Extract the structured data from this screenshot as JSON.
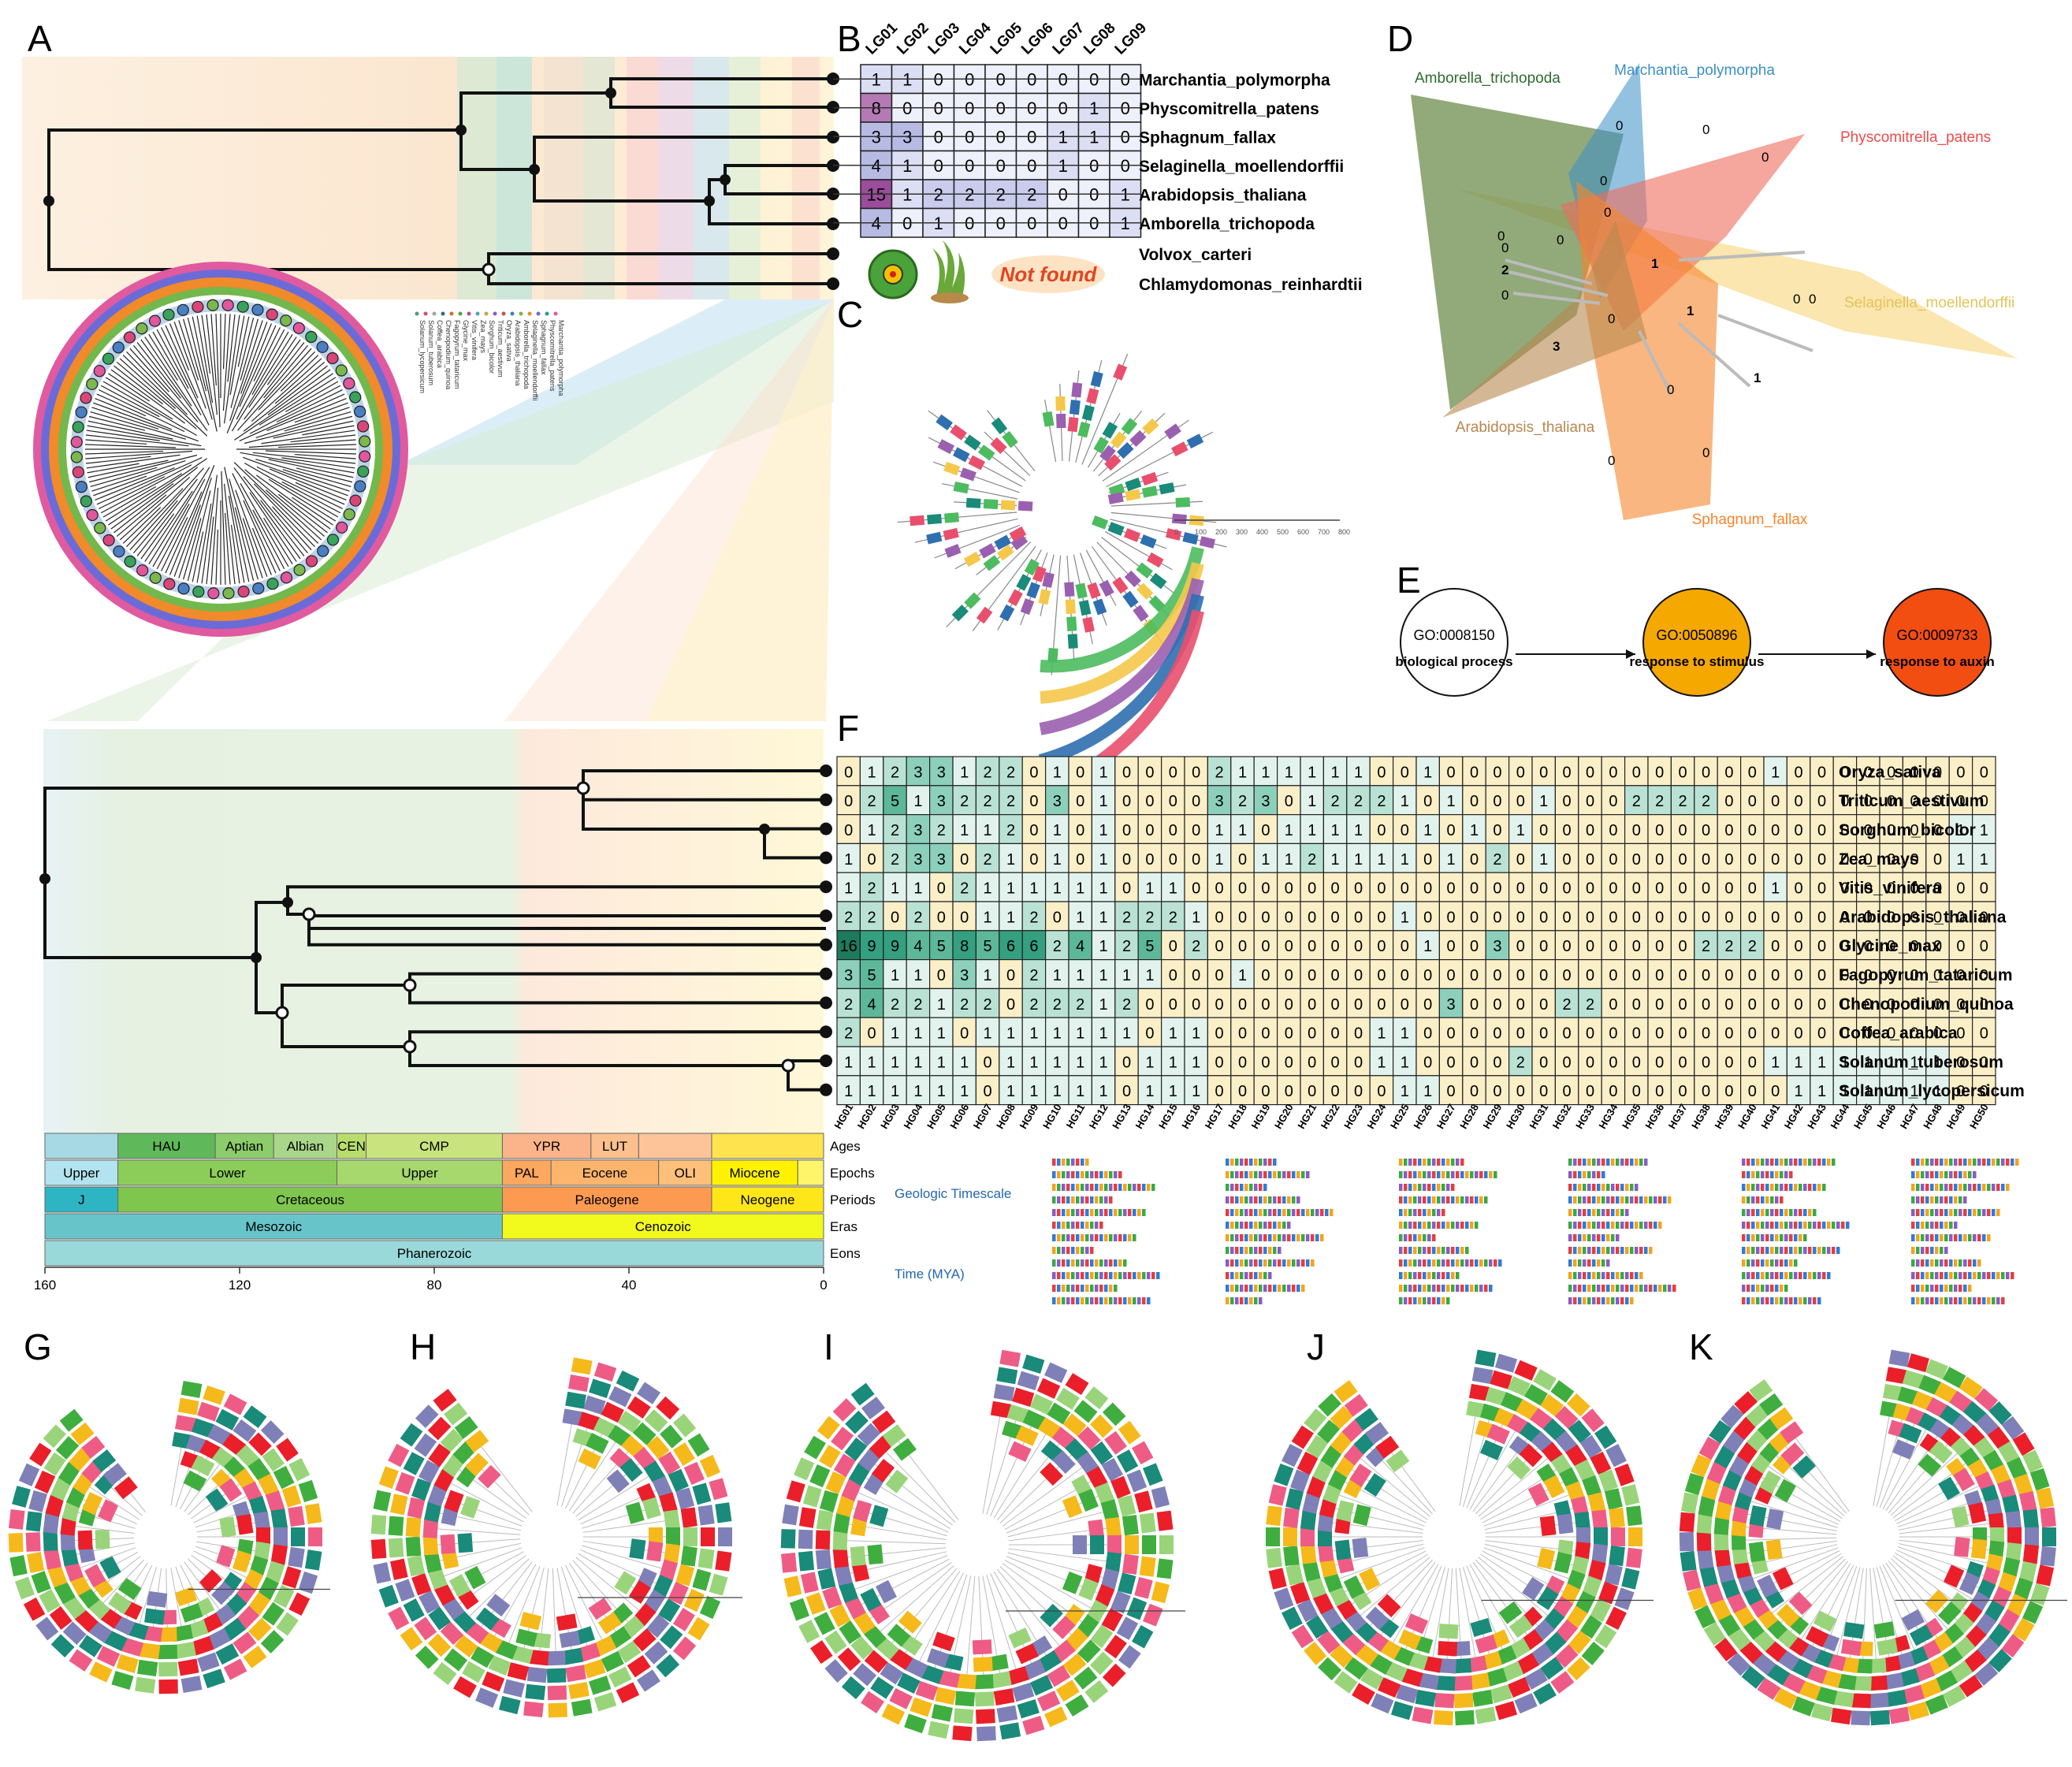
{
  "panel_letters": {
    "A": "A",
    "B": "B",
    "C": "C",
    "D": "D",
    "E": "E",
    "F": "F",
    "G": "G",
    "H": "H",
    "I": "I",
    "J": "J",
    "K": "K"
  },
  "panel_B": {
    "lg_headers": [
      "LG01",
      "LG02",
      "LG03",
      "LG04",
      "LG05",
      "LG06",
      "LG07",
      "LG08",
      "LG09"
    ],
    "rows": [
      {
        "species": "Marchantia_polymorpha",
        "values": [
          1,
          1,
          0,
          0,
          0,
          0,
          0,
          0,
          0
        ]
      },
      {
        "species": "Physcomitrella_patens",
        "values": [
          8,
          0,
          0,
          0,
          0,
          0,
          0,
          1,
          0
        ]
      },
      {
        "species": "Sphagnum_fallax",
        "values": [
          3,
          3,
          0,
          0,
          0,
          0,
          1,
          1,
          0
        ]
      },
      {
        "species": "Selaginella_moellendorffii",
        "values": [
          4,
          1,
          0,
          0,
          0,
          0,
          1,
          0,
          0
        ]
      },
      {
        "species": "Arabidopsis_thaliana",
        "values": [
          15,
          1,
          2,
          2,
          2,
          2,
          0,
          0,
          1
        ]
      },
      {
        "species": "Amborella_trichopoda",
        "values": [
          4,
          0,
          1,
          0,
          0,
          0,
          0,
          0,
          1
        ]
      }
    ],
    "extra_species": [
      "Volvox_carteri",
      "Chlamydomonas_reinhardtii"
    ],
    "not_found": "Not found"
  },
  "panel_A_legend": [
    "Marchantia_polymorpha",
    "Physcomitrella_patens",
    "Sphagnum_fallax",
    "Selaginella_moellendorffii",
    "Amborella_trichopoda",
    "Arabidopsis_thaliana",
    "Oryza_sativa",
    "Triticum_aestivum",
    "Sorghum_bicolor",
    "Zea_mays",
    "Vitis_vinifera",
    "Glycine_max",
    "Fagopyrum_tataricum",
    "Chenopodium_quinoa",
    "Coffea_arabica",
    "Solanum_tuberosum",
    "Solanum_lycopersicum"
  ],
  "panel_D": {
    "sets": [
      {
        "name": "Amborella_trichopoda",
        "color": "#2e6b2e"
      },
      {
        "name": "Marchantia_polymorpha",
        "color": "#3b8fc9"
      },
      {
        "name": "Physcomitrella_patens",
        "color": "#ef4b4b"
      },
      {
        "name": "Selaginella_moellendorffii",
        "color": "#f5d26b"
      },
      {
        "name": "Sphagnum_fallax",
        "color": "#f7852b"
      },
      {
        "name": "Arabidopsis_thaliana",
        "color": "#b8884f"
      }
    ],
    "counts": [
      "0",
      "0",
      "0",
      "0",
      "0",
      "1",
      "1",
      "3",
      "0",
      "2",
      "0",
      "0",
      "0",
      "0",
      "0",
      "0",
      "1",
      "0",
      "0",
      "0"
    ]
  },
  "panel_E": {
    "nodes": [
      {
        "id": "GO:0008150",
        "label": "biological process",
        "color": "#ffffff"
      },
      {
        "id": "GO:0050896",
        "label": "response to stimulus",
        "color": "#f5a800"
      },
      {
        "id": "GO:0009733",
        "label": "response to auxin",
        "color": "#f24e12"
      }
    ]
  },
  "panel_F": {
    "hg_headers": [
      "HG01",
      "HG02",
      "HG03",
      "HG04",
      "HG05",
      "HG06",
      "HG07",
      "HG08",
      "HG09",
      "HG10",
      "HG11",
      "HG12",
      "HG13",
      "HG14",
      "HG15",
      "HG16",
      "HG17",
      "HG18",
      "HG19",
      "HG20",
      "HG21",
      "HG22",
      "HG23",
      "HG24",
      "HG25",
      "HG26",
      "HG27",
      "HG28",
      "HG29",
      "HG30",
      "HG31",
      "HG32",
      "HG33",
      "HG34",
      "HG35",
      "HG36",
      "HG37",
      "HG38",
      "HG39",
      "HG40",
      "HG41",
      "HG42",
      "HG43",
      "HG44",
      "HG45",
      "HG46",
      "HG47",
      "HG48",
      "HG49",
      "HG50"
    ],
    "rows": [
      {
        "species": "Oryza_sativa",
        "values": [
          0,
          1,
          2,
          3,
          3,
          1,
          2,
          2,
          0,
          1,
          0,
          1,
          0,
          0,
          0,
          0,
          2,
          1,
          1,
          1,
          1,
          1,
          1,
          0,
          0,
          1,
          0,
          0,
          0,
          0,
          0,
          0,
          0,
          0,
          0,
          0,
          0,
          0,
          0,
          0,
          1,
          0,
          0,
          0,
          0,
          0,
          0,
          0,
          0,
          0
        ]
      },
      {
        "species": "Triticum_aestivum",
        "values": [
          0,
          2,
          5,
          1,
          3,
          2,
          2,
          2,
          0,
          3,
          0,
          1,
          0,
          0,
          0,
          0,
          3,
          2,
          3,
          0,
          1,
          2,
          2,
          2,
          1,
          0,
          1,
          0,
          0,
          0,
          1,
          0,
          0,
          0,
          2,
          2,
          2,
          2,
          0,
          0,
          0,
          0,
          0,
          0,
          0,
          0,
          0,
          0,
          0,
          0
        ]
      },
      {
        "species": "Sorghum_bicolor",
        "values": [
          0,
          1,
          2,
          3,
          2,
          1,
          1,
          2,
          0,
          1,
          0,
          1,
          0,
          0,
          0,
          0,
          1,
          1,
          0,
          1,
          1,
          1,
          1,
          0,
          0,
          1,
          0,
          1,
          0,
          1,
          0,
          0,
          0,
          0,
          0,
          0,
          0,
          0,
          0,
          0,
          0,
          0,
          0,
          0,
          0,
          0,
          0,
          0,
          1,
          1
        ]
      },
      {
        "species": "Zea_mays",
        "values": [
          1,
          0,
          2,
          3,
          3,
          0,
          2,
          1,
          0,
          1,
          0,
          1,
          0,
          0,
          0,
          0,
          1,
          0,
          1,
          1,
          2,
          1,
          1,
          1,
          1,
          0,
          1,
          0,
          2,
          0,
          1,
          0,
          0,
          0,
          0,
          0,
          0,
          0,
          0,
          0,
          0,
          0,
          0,
          0,
          0,
          0,
          0,
          0,
          1,
          1
        ]
      },
      {
        "species": "Vitis_vinifera",
        "values": [
          1,
          2,
          1,
          1,
          0,
          2,
          1,
          1,
          1,
          1,
          1,
          1,
          0,
          1,
          1,
          0,
          0,
          0,
          0,
          0,
          0,
          0,
          0,
          0,
          0,
          0,
          0,
          0,
          0,
          0,
          0,
          0,
          0,
          0,
          0,
          0,
          0,
          0,
          0,
          0,
          1,
          0,
          0,
          0,
          0,
          0,
          0,
          0,
          0,
          0
        ]
      },
      {
        "species": "Arabidopsis_thaliana",
        "values": [
          2,
          2,
          0,
          2,
          0,
          0,
          1,
          1,
          2,
          0,
          1,
          1,
          2,
          2,
          2,
          1,
          0,
          0,
          0,
          0,
          0,
          0,
          0,
          0,
          1,
          0,
          0,
          0,
          0,
          0,
          0,
          0,
          0,
          0,
          0,
          0,
          0,
          0,
          0,
          0,
          0,
          0,
          0,
          0,
          0,
          0,
          0,
          0,
          0,
          0
        ]
      },
      {
        "species": "Glycine_max",
        "values": [
          16,
          9,
          9,
          4,
          5,
          8,
          5,
          6,
          6,
          2,
          4,
          1,
          2,
          5,
          0,
          2,
          0,
          0,
          0,
          0,
          0,
          0,
          0,
          0,
          0,
          1,
          0,
          0,
          3,
          0,
          0,
          0,
          0,
          0,
          0,
          0,
          0,
          2,
          2,
          2,
          0,
          0,
          0,
          0,
          0,
          0,
          0,
          0,
          0,
          0
        ]
      },
      {
        "species": "Fagopyrum_tataricum",
        "values": [
          3,
          5,
          1,
          1,
          0,
          3,
          1,
          0,
          2,
          1,
          1,
          1,
          1,
          1,
          0,
          0,
          0,
          1,
          0,
          0,
          0,
          0,
          0,
          0,
          0,
          0,
          0,
          0,
          0,
          0,
          0,
          0,
          0,
          0,
          0,
          0,
          0,
          0,
          0,
          0,
          0,
          0,
          0,
          0,
          0,
          0,
          0,
          0,
          0,
          0
        ]
      },
      {
        "species": "Chenopodium_quinoa",
        "values": [
          2,
          4,
          2,
          2,
          1,
          2,
          2,
          0,
          2,
          2,
          2,
          1,
          2,
          0,
          0,
          0,
          0,
          0,
          0,
          0,
          0,
          0,
          0,
          0,
          0,
          0,
          3,
          0,
          0,
          0,
          0,
          2,
          2,
          0,
          0,
          0,
          0,
          0,
          0,
          0,
          0,
          0,
          0,
          0,
          0,
          0,
          0,
          0,
          0,
          0
        ]
      },
      {
        "species": "Coffea_arabica",
        "values": [
          2,
          0,
          1,
          1,
          1,
          0,
          1,
          1,
          1,
          1,
          1,
          1,
          1,
          0,
          1,
          1,
          0,
          0,
          0,
          0,
          0,
          0,
          0,
          1,
          1,
          0,
          0,
          0,
          0,
          0,
          0,
          0,
          0,
          0,
          0,
          0,
          0,
          0,
          0,
          0,
          0,
          0,
          0,
          0,
          0,
          0,
          0,
          0,
          0,
          0
        ]
      },
      {
        "species": "Solanum_tuberosum",
        "values": [
          1,
          1,
          1,
          1,
          1,
          1,
          0,
          1,
          1,
          1,
          1,
          1,
          0,
          1,
          1,
          1,
          0,
          0,
          0,
          0,
          0,
          0,
          0,
          1,
          1,
          0,
          0,
          0,
          0,
          2,
          0,
          0,
          0,
          0,
          0,
          0,
          0,
          0,
          0,
          0,
          1,
          1,
          1,
          1,
          1,
          1,
          1,
          1,
          0,
          0
        ]
      },
      {
        "species": "Solanum_lycopersicum",
        "values": [
          1,
          1,
          1,
          1,
          1,
          1,
          0,
          1,
          1,
          1,
          1,
          1,
          0,
          1,
          1,
          1,
          0,
          0,
          0,
          0,
          0,
          0,
          0,
          0,
          1,
          1,
          0,
          0,
          0,
          0,
          0,
          0,
          0,
          0,
          0,
          0,
          0,
          0,
          0,
          0,
          0,
          1,
          1,
          1,
          1,
          1,
          1,
          1,
          0,
          0
        ]
      }
    ]
  },
  "timescale": {
    "row_labels": [
      "Ages",
      "Epochs",
      "Periods",
      "Eras",
      "Eons"
    ],
    "ages": [
      "HAU",
      "Aptian",
      "Albian",
      "CEN",
      "CMP",
      "YPR",
      "LUT"
    ],
    "epochs": [
      "Upper",
      "Lower",
      "Upper",
      "PAL",
      "Eocene",
      "OLI",
      "Miocene"
    ],
    "periods": [
      "J",
      "Cretaceous",
      "Paleogene",
      "Neogene"
    ],
    "eras": [
      "Mesozoic",
      "Cenozoic"
    ],
    "eons": [
      "Phanerozoic"
    ],
    "ticks": [
      "160",
      "120",
      "80",
      "40",
      "0"
    ],
    "geologic_label": "Geologic Timescale",
    "time_label": "Time (MYA)"
  }
}
